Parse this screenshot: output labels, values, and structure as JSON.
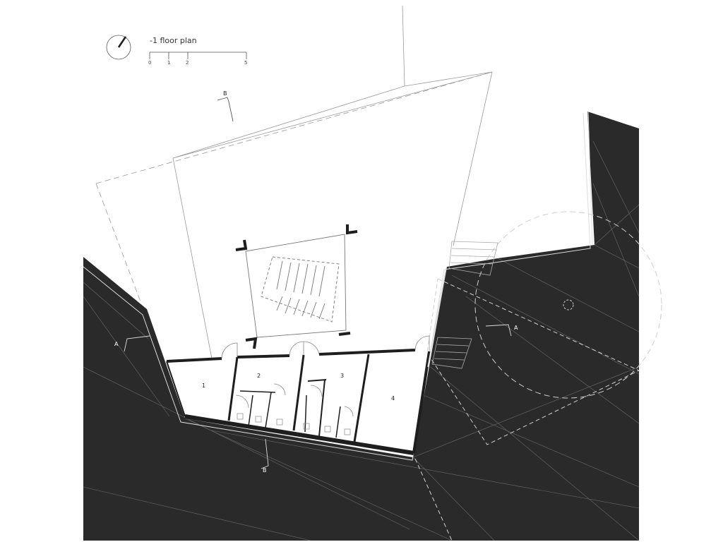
{
  "drawing": {
    "title": "-1 floor plan",
    "scale_labels": [
      "0",
      "1",
      "2",
      "5"
    ],
    "rooms": [
      "1",
      "2",
      "3",
      "4"
    ],
    "section_marks": [
      {
        "label": "A",
        "tone": "dark"
      },
      {
        "label": "A",
        "tone": "dark"
      },
      {
        "label": "B",
        "tone": "light"
      },
      {
        "label": "B",
        "tone": "dark"
      }
    ],
    "north_arrow": "north-arrow-icon"
  },
  "colors": {
    "earth": "#2b2a2a",
    "wall": "#1e1e1e",
    "line": "#8a8a8a",
    "paper": "#ffffff"
  }
}
